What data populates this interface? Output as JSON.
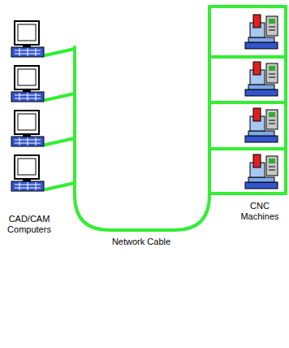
{
  "diagram": {
    "labels": [
      "CAD/CAM Computers",
      "CNC Machines",
      "Network Cable"
    ]
  }
}
